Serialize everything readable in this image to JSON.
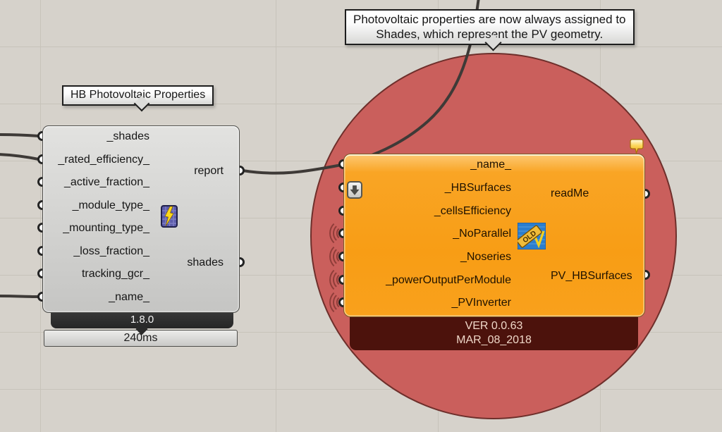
{
  "canvas": {
    "background": "#d6d2cb",
    "grid_line": "#c7c3ba",
    "highlight_circle_color": "#ca5f5c",
    "wire_color": "#3e3a37"
  },
  "note_tooltip": {
    "line1": "Photovoltaic properties are now always assigned to",
    "line2": "Shades, which represent the PV geometry."
  },
  "component_tooltip": {
    "label": "HB Photovoltaic Properties"
  },
  "hb_component": {
    "inputs": [
      "_shades",
      "_rated_efficiency_",
      "_active_fraction_",
      "_module_type_",
      "_mounting_type_",
      "_loss_fraction_",
      "tracking_gcr_",
      "_name_"
    ],
    "outputs": [
      "report",
      "shades"
    ],
    "icon": "pv-panel-lightning-icon",
    "version_badge": "1.8.0",
    "runtime_badge": "240ms"
  },
  "legacy_component": {
    "inputs": [
      "_name_",
      "_HBSurfaces",
      "_cellsEfficiency",
      "_NoParallel",
      "_Noseries",
      "_powerOutputPerModule",
      "_PVInverter"
    ],
    "outputs": [
      "readMe",
      "PV_HBSurfaces"
    ],
    "icon": "old-version-badge-icon",
    "old_badge": "OLD",
    "version_line1": "VER 0.0.63",
    "version_line2": "MAR_08_2018"
  }
}
